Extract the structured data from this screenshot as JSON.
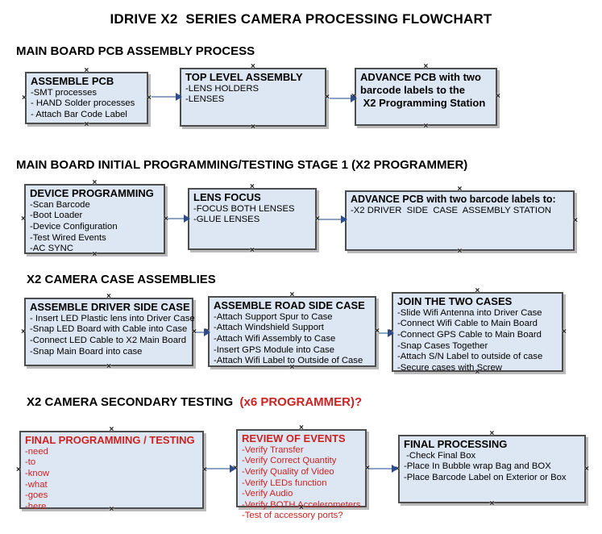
{
  "title": "IDRIVE X2  SERIES CAMERA PROCESSING FLOWCHART",
  "colors": {
    "box_fill": "#dde7f3",
    "box_border": "#4d4d4d",
    "arrow_line": "#8ca3c3",
    "arrow_head": "#2e4d8e",
    "alert_red": "#cc2222"
  },
  "handle_glyph": "×",
  "sections": [
    {
      "heading": "MAIN BOARD PCB ASSEMBLY PROCESS",
      "heading_red": "",
      "boxes": [
        {
          "title": "ASSEMBLE PCB",
          "items": [
            "-SMT processes",
            "- HAND Solder processes",
            "- Attach Bar Code Label"
          ]
        },
        {
          "title": "TOP LEVEL ASSEMBLY",
          "items": [
            "-LENS HOLDERS",
            "-LENSES"
          ]
        },
        {
          "title": "ADVANCE PCB with two\nbarcode labels to the\n X2 Programming Station",
          "items": []
        }
      ]
    },
    {
      "heading": "MAIN BOARD INITIAL PROGRAMMING/TESTING STAGE 1 (X2 PROGRAMMER)",
      "heading_red": "",
      "boxes": [
        {
          "title": "DEVICE PROGRAMMING",
          "items": [
            "-Scan Barcode",
            "-Boot Loader",
            "-Device Configuration",
            "-Test Wired Events",
            "-AC SYNC"
          ]
        },
        {
          "title": "LENS FOCUS",
          "items": [
            "-FOCUS BOTH LENSES",
            "-GLUE LENSES"
          ]
        },
        {
          "title": "ADVANCE PCB with two barcode labels to:",
          "items": [
            "-X2 DRIVER  SIDE  CASE  ASSEMBLY STATION"
          ]
        }
      ]
    },
    {
      "heading": "X2 CAMERA CASE ASSEMBLIES",
      "heading_red": "",
      "boxes": [
        {
          "title": "ASSEMBLE DRIVER SIDE CASE",
          "items": [
            "- Insert LED Plastic lens into Driver Case",
            "-Snap LED Board with Cable into Case",
            "-Connect LED Cable to X2 Main Board",
            "-Snap Main Board into case"
          ]
        },
        {
          "title": "ASSEMBLE ROAD SIDE CASE",
          "items": [
            "-Attach Support Spur to Case",
            "-Attach Windshield Support",
            "-Attach Wifi Assembly to Case",
            "-Insert GPS Module into Case",
            "-Attach Wifi Label to Outside of Case"
          ]
        },
        {
          "title": "JOIN THE TWO CASES",
          "items": [
            "-Slide Wifi Antenna into Driver Case",
            "-Connect Wifi Cable to Main Board",
            "-Connect GPS Cable to Main Board",
            "-Snap Cases Together",
            "-Attach S/N Label to outside of case",
            "-Secure cases with Screw"
          ]
        }
      ]
    },
    {
      "heading": "X2 CAMERA SECONDARY TESTING ",
      "heading_red": " (x6 PROGRAMMER)?",
      "boxes": [
        {
          "title": "FINAL PROGRAMMING / TESTING",
          "items": [
            "-need",
            "-to",
            "-know",
            "-what",
            "-goes",
            "-here"
          ]
        },
        {
          "title": "REVIEW OF EVENTS",
          "items": [
            "-Verify Transfer",
            "-Verify Correct Quantity",
            "-Verify Quality of Video",
            "-Verify LEDs function",
            "-Verify Audio",
            "-Verify BOTH Accelerometers",
            "-Test of accessory ports?"
          ]
        },
        {
          "title": "FINAL PROCESSING",
          "items": [
            " -Check Final Box",
            "-Place In Bubble wrap Bag and BOX",
            "-Place Barcode Label on Exterior or Box"
          ]
        }
      ]
    }
  ]
}
